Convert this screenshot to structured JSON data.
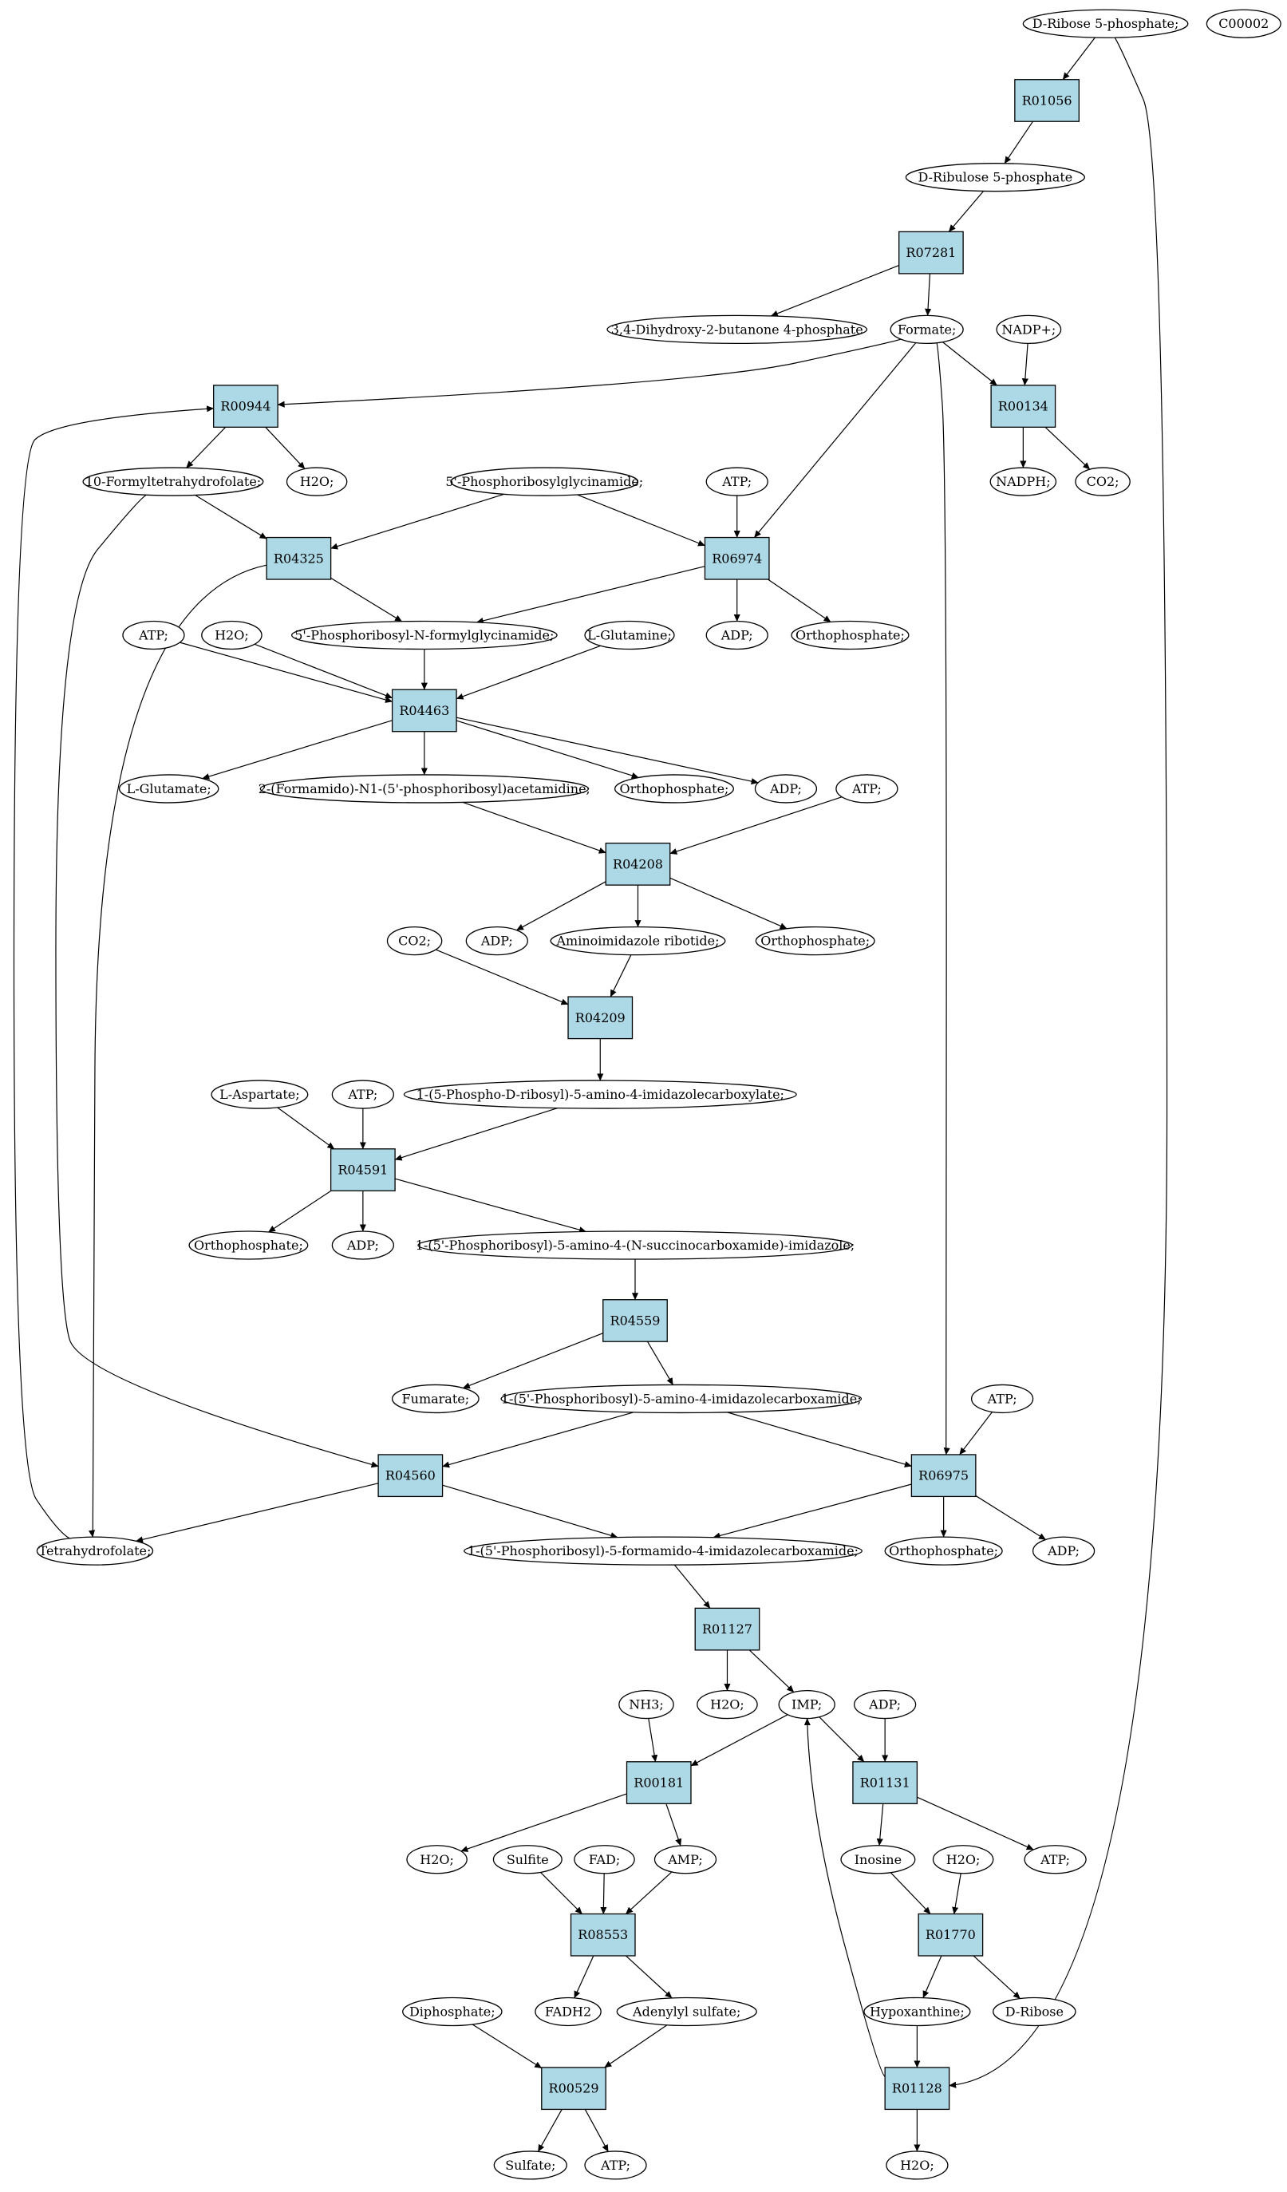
{
  "colors": {
    "reaction_fill": "#add8e6",
    "compound_fill": "#ffffff",
    "start_fill": "#00ff00",
    "highlight_fill": "#ffff00",
    "edge": "#000000"
  },
  "nodes": {
    "c00117": {
      "label": "D-Ribose 5-phosphate;",
      "kind": "compound",
      "fill": "#00ff00"
    },
    "c00002": {
      "label": "C00002",
      "kind": "compound",
      "fill": "#ffff00"
    },
    "r01056": {
      "label": "R01056",
      "kind": "reaction"
    },
    "ribulose5p": {
      "label": "D-Ribulose 5-phosphate",
      "kind": "compound"
    },
    "r07281": {
      "label": "R07281",
      "kind": "reaction"
    },
    "dihydroxybutanone": {
      "label": "3,4-Dihydroxy-2-butanone 4-phosphate",
      "kind": "compound"
    },
    "formate": {
      "label": "Formate;",
      "kind": "compound"
    },
    "nadp": {
      "label": "NADP+;",
      "kind": "compound"
    },
    "r00944": {
      "label": "R00944",
      "kind": "reaction"
    },
    "r00134": {
      "label": "R00134",
      "kind": "reaction"
    },
    "formylthf": {
      "label": "10-Formyltetrahydrofolate;",
      "kind": "compound"
    },
    "h2o_1": {
      "label": "H2O;",
      "kind": "compound"
    },
    "prg": {
      "label": "5'-Phosphoribosylglycinamide;",
      "kind": "compound"
    },
    "atp_1": {
      "label": "ATP;",
      "kind": "compound"
    },
    "nadph": {
      "label": "NADPH;",
      "kind": "compound"
    },
    "co2_1": {
      "label": "CO2;",
      "kind": "compound"
    },
    "r04325": {
      "label": "R04325",
      "kind": "reaction"
    },
    "r06974": {
      "label": "R06974",
      "kind": "reaction"
    },
    "atp_2": {
      "label": "ATP;",
      "kind": "compound"
    },
    "h2o_2": {
      "label": "H2O;",
      "kind": "compound"
    },
    "fgar": {
      "label": "5'-Phosphoribosyl-N-formylglycinamide;",
      "kind": "compound"
    },
    "glutamine": {
      "label": "L-Glutamine;",
      "kind": "compound"
    },
    "adp_1": {
      "label": "ADP;",
      "kind": "compound"
    },
    "ortho_1": {
      "label": "Orthophosphate;",
      "kind": "compound"
    },
    "r04463": {
      "label": "R04463",
      "kind": "reaction"
    },
    "glutamate": {
      "label": "L-Glutamate;",
      "kind": "compound"
    },
    "fgam": {
      "label": "2-(Formamido)-N1-(5'-phosphoribosyl)acetamidine;",
      "kind": "compound"
    },
    "ortho_2": {
      "label": "Orthophosphate;",
      "kind": "compound"
    },
    "adp_2": {
      "label": "ADP;",
      "kind": "compound"
    },
    "atp_3": {
      "label": "ATP;",
      "kind": "compound"
    },
    "r04208": {
      "label": "R04208",
      "kind": "reaction"
    },
    "co2_2": {
      "label": "CO2;",
      "kind": "compound"
    },
    "adp_3": {
      "label": "ADP;",
      "kind": "compound"
    },
    "air": {
      "label": "Aminoimidazole ribotide;",
      "kind": "compound"
    },
    "ortho_3": {
      "label": "Orthophosphate;",
      "kind": "compound"
    },
    "r04209": {
      "label": "R04209",
      "kind": "reaction"
    },
    "aspartate": {
      "label": "L-Aspartate;",
      "kind": "compound"
    },
    "atp_4": {
      "label": "ATP;",
      "kind": "compound"
    },
    "cair": {
      "label": "1-(5-Phospho-D-ribosyl)-5-amino-4-imidazolecarboxylate;",
      "kind": "compound"
    },
    "r04591": {
      "label": "R04591",
      "kind": "reaction"
    },
    "ortho_4": {
      "label": "Orthophosphate;",
      "kind": "compound"
    },
    "adp_4": {
      "label": "ADP;",
      "kind": "compound"
    },
    "saicar": {
      "label": "1-(5'-Phosphoribosyl)-5-amino-4-(N-succinocarboxamide)-imidazole;",
      "kind": "compound"
    },
    "r04559": {
      "label": "R04559",
      "kind": "reaction"
    },
    "fumarate": {
      "label": "Fumarate;",
      "kind": "compound"
    },
    "aicar": {
      "label": "1-(5'-Phosphoribosyl)-5-amino-4-imidazolecarboxamide;",
      "kind": "compound"
    },
    "atp_5": {
      "label": "ATP;",
      "kind": "compound"
    },
    "r04560": {
      "label": "R04560",
      "kind": "reaction"
    },
    "r06975": {
      "label": "R06975",
      "kind": "reaction"
    },
    "thf": {
      "label": "Tetrahydrofolate;",
      "kind": "compound"
    },
    "faicar": {
      "label": "1-(5'-Phosphoribosyl)-5-formamido-4-imidazolecarboxamide;",
      "kind": "compound"
    },
    "ortho_5": {
      "label": "Orthophosphate;",
      "kind": "compound"
    },
    "adp_5": {
      "label": "ADP;",
      "kind": "compound"
    },
    "r01127": {
      "label": "R01127",
      "kind": "reaction"
    },
    "nh3": {
      "label": "NH3;",
      "kind": "compound"
    },
    "h2o_3": {
      "label": "H2O;",
      "kind": "compound"
    },
    "imp": {
      "label": "IMP;",
      "kind": "compound"
    },
    "adp_6": {
      "label": "ADP;",
      "kind": "compound"
    },
    "r00181": {
      "label": "R00181",
      "kind": "reaction"
    },
    "r01131": {
      "label": "R01131",
      "kind": "reaction"
    },
    "h2o_4": {
      "label": "H2O;",
      "kind": "compound"
    },
    "sulfite": {
      "label": "Sulfite",
      "kind": "compound"
    },
    "fad": {
      "label": "FAD;",
      "kind": "compound"
    },
    "amp": {
      "label": "AMP;",
      "kind": "compound"
    },
    "inosine": {
      "label": "Inosine",
      "kind": "compound"
    },
    "h2o_5": {
      "label": "H2O;",
      "kind": "compound"
    },
    "atp_6": {
      "label": "ATP;",
      "kind": "compound"
    },
    "r08553": {
      "label": "R08553",
      "kind": "reaction"
    },
    "r01770": {
      "label": "R01770",
      "kind": "reaction"
    },
    "diphosphate": {
      "label": "Diphosphate;",
      "kind": "compound"
    },
    "fadh2": {
      "label": "FADH2",
      "kind": "compound"
    },
    "aps": {
      "label": "Adenylyl sulfate;",
      "kind": "compound"
    },
    "hypoxanthine": {
      "label": "Hypoxanthine;",
      "kind": "compound"
    },
    "dribose": {
      "label": "D-Ribose",
      "kind": "compound"
    },
    "r00529": {
      "label": "R00529",
      "kind": "reaction"
    },
    "r01128": {
      "label": "R01128",
      "kind": "reaction"
    },
    "sulfate": {
      "label": "Sulfate;",
      "kind": "compound"
    },
    "atp_7": {
      "label": "ATP;",
      "kind": "compound"
    },
    "h2o_6": {
      "label": "H2O;",
      "kind": "compound"
    }
  },
  "edges": [
    [
      "c00117",
      "r01056"
    ],
    [
      "c00117",
      "r01128"
    ],
    [
      "r01056",
      "ribulose5p"
    ],
    [
      "ribulose5p",
      "r07281"
    ],
    [
      "r07281",
      "dihydroxybutanone"
    ],
    [
      "r07281",
      "formate"
    ],
    [
      "formate",
      "r00944"
    ],
    [
      "formate",
      "r00134"
    ],
    [
      "formate",
      "r06974"
    ],
    [
      "formate",
      "r06975"
    ],
    [
      "nadp",
      "r00134"
    ],
    [
      "r00134",
      "nadph"
    ],
    [
      "r00134",
      "co2_1"
    ],
    [
      "r00944",
      "formylthf"
    ],
    [
      "r00944",
      "h2o_1"
    ],
    [
      "formylthf",
      "r04325"
    ],
    [
      "formylthf",
      "r04560"
    ],
    [
      "prg",
      "r04325"
    ],
    [
      "prg",
      "r06974"
    ],
    [
      "atp_1",
      "r06974"
    ],
    [
      "r04325",
      "fgar"
    ],
    [
      "r04325",
      "thf"
    ],
    [
      "r06974",
      "fgar"
    ],
    [
      "r06974",
      "adp_1"
    ],
    [
      "r06974",
      "ortho_1"
    ],
    [
      "atp_2",
      "r04463"
    ],
    [
      "h2o_2",
      "r04463"
    ],
    [
      "fgar",
      "r04463"
    ],
    [
      "glutamine",
      "r04463"
    ],
    [
      "r04463",
      "glutamate"
    ],
    [
      "r04463",
      "fgam"
    ],
    [
      "r04463",
      "ortho_2"
    ],
    [
      "r04463",
      "adp_2"
    ],
    [
      "fgam",
      "r04208"
    ],
    [
      "atp_3",
      "r04208"
    ],
    [
      "r04208",
      "adp_3"
    ],
    [
      "r04208",
      "air"
    ],
    [
      "r04208",
      "ortho_3"
    ],
    [
      "co2_2",
      "r04209"
    ],
    [
      "air",
      "r04209"
    ],
    [
      "r04209",
      "cair"
    ],
    [
      "aspartate",
      "r04591"
    ],
    [
      "atp_4",
      "r04591"
    ],
    [
      "cair",
      "r04591"
    ],
    [
      "r04591",
      "ortho_4"
    ],
    [
      "r04591",
      "adp_4"
    ],
    [
      "r04591",
      "saicar"
    ],
    [
      "saicar",
      "r04559"
    ],
    [
      "r04559",
      "fumarate"
    ],
    [
      "r04559",
      "aicar"
    ],
    [
      "aicar",
      "r04560"
    ],
    [
      "aicar",
      "r06975"
    ],
    [
      "atp_5",
      "r06975"
    ],
    [
      "r04560",
      "thf"
    ],
    [
      "r04560",
      "faicar"
    ],
    [
      "r06975",
      "faicar"
    ],
    [
      "r06975",
      "ortho_5"
    ],
    [
      "r06975",
      "adp_5"
    ],
    [
      "thf",
      "r00944"
    ],
    [
      "faicar",
      "r01127"
    ],
    [
      "r01127",
      "h2o_3"
    ],
    [
      "r01127",
      "imp"
    ],
    [
      "nh3",
      "r00181"
    ],
    [
      "imp",
      "r00181"
    ],
    [
      "imp",
      "r01131"
    ],
    [
      "adp_6",
      "r01131"
    ],
    [
      "r00181",
      "h2o_4"
    ],
    [
      "r00181",
      "amp"
    ],
    [
      "r01131",
      "inosine"
    ],
    [
      "r01131",
      "atp_6"
    ],
    [
      "sulfite",
      "r08553"
    ],
    [
      "fad",
      "r08553"
    ],
    [
      "amp",
      "r08553"
    ],
    [
      "inosine",
      "r01770"
    ],
    [
      "h2o_5",
      "r01770"
    ],
    [
      "r08553",
      "fadh2"
    ],
    [
      "r08553",
      "aps"
    ],
    [
      "r01770",
      "hypoxanthine"
    ],
    [
      "r01770",
      "dribose"
    ],
    [
      "diphosphate",
      "r00529"
    ],
    [
      "aps",
      "r00529"
    ],
    [
      "hypoxanthine",
      "r01128"
    ],
    [
      "r00529",
      "sulfate"
    ],
    [
      "r00529",
      "atp_7"
    ],
    [
      "r01128",
      "h2o_6"
    ],
    [
      "r01128",
      "imp"
    ]
  ]
}
